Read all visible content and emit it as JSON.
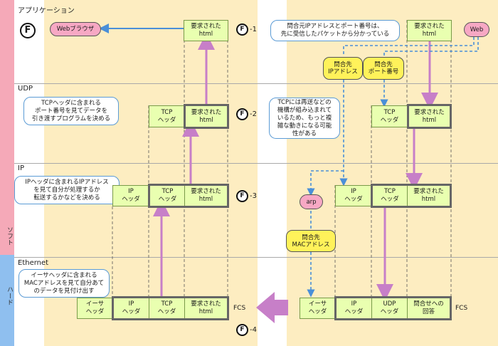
{
  "sidebar": {
    "soft_label": "ソフト",
    "hard_label": "ハード"
  },
  "layers": {
    "application": "アプリケーション",
    "udp": "UDP",
    "ip": "IP",
    "ethernet": "Ethernet"
  },
  "steps": {
    "s1": "-1",
    "s2": "-2",
    "s3": "-3",
    "s4": "-4",
    "f": "F"
  },
  "left": {
    "browser": "Webブラウザ",
    "app_html": "要求された\nhtml",
    "udp_tcp": "TCP\nヘッダ",
    "udp_html": "要求された\nhtml",
    "ip_ip": "IP\nヘッダ",
    "ip_tcp": "TCP\nヘッダ",
    "ip_html": "要求された\nhtml",
    "eth_eth": "イーサ\nヘッダ",
    "eth_ip": "IP\nヘッダ",
    "eth_tcp": "TCP\nヘッダ",
    "eth_html": "要求された\nhtml",
    "fcs": "FCS",
    "note_udp": "TCPヘッダに含まれる\nポート番号を見てデータを\n引き渡すプログラムを決める",
    "note_ip": "IPヘッダに含まれるIPアドレス\nを見て自分が処理するか\n転送するかなどを決める",
    "note_eth": "イーサヘッダに含まれる\nMACアドレスを見て自分あて\nのデータを見付け出す"
  },
  "right": {
    "web": "Web",
    "note_app": "問合元IPアドレスとポート番号は、\n先に受信したパケットから分かっている",
    "app_html": "要求された\nhtml",
    "dest_ip": "問合先\nIPアドレス",
    "dest_port": "問合先\nポート番号",
    "note_tcp": "TCPには再送などの\n機構が組み込まれて\nいるため、もっと複\n雑な動きになる可能\n性がある",
    "udp_tcp": "TCP\nヘッダ",
    "udp_html": "要求された\nhtml",
    "arp": "arp",
    "ip_ip": "IP\nヘッダ",
    "ip_tcp": "TCP\nヘッダ",
    "ip_html": "要求された\nhtml",
    "dest_mac": "問合先\nMACアドレス",
    "eth_eth": "イーサ\nヘッダ",
    "eth_ip": "IP\nヘッダ",
    "eth_udp": "UDP\nヘッダ",
    "eth_answer": "問合せへの\n回答",
    "fcs": "FCS"
  },
  "colors": {
    "flow_arrow": "#c77fc8",
    "dashed_arrow": "#4a8fd8",
    "panel": "#fdedc1",
    "box": "#e9ffb0"
  }
}
